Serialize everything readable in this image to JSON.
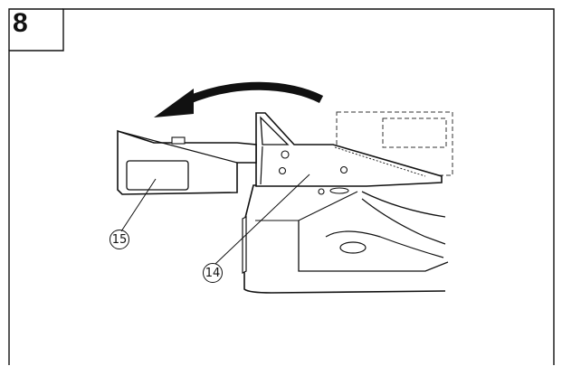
{
  "step": {
    "number": "8"
  },
  "callouts": {
    "part_15": "15",
    "part_14": "14"
  },
  "colors": {
    "line": "#111111",
    "background": "#ffffff",
    "dashed": "#333333"
  }
}
